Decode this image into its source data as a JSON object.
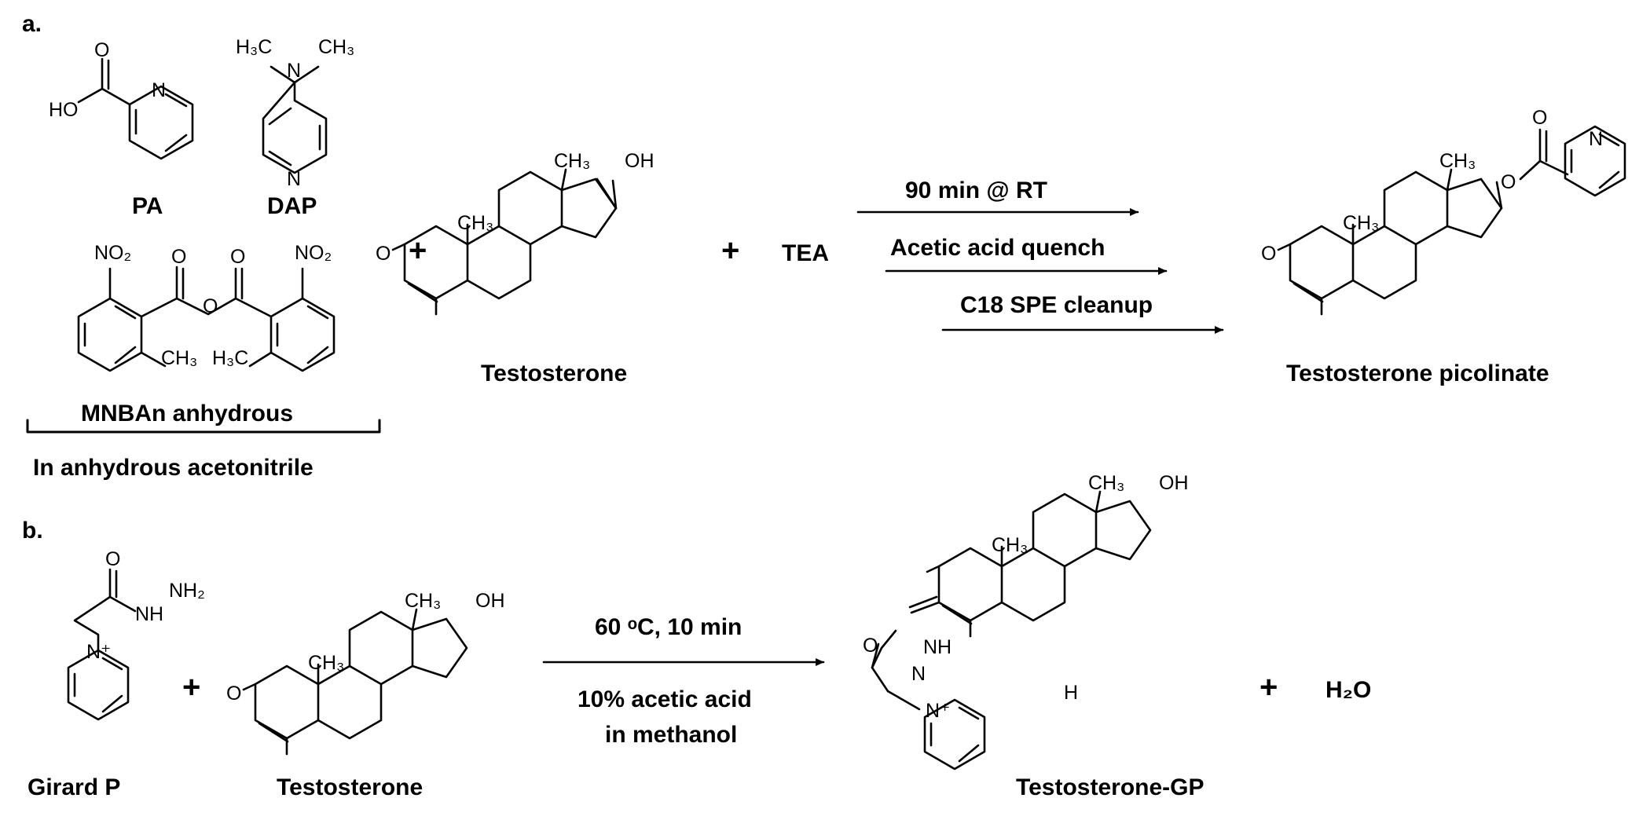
{
  "panel_a": {
    "tag": "a.",
    "reagent_pa": "PA",
    "reagent_dap": "DAP",
    "reagent_mnban": "MNBAn anhydrous",
    "solvent_note": "In anhydrous acetonitrile",
    "plus_1": "+",
    "plus_2": "+",
    "base": "TEA",
    "substrate": "Testosterone",
    "step_1": "90 min @ RT",
    "step_2": "Acetic acid quench",
    "step_3": "C18 SPE cleanup",
    "product": "Testosterone picolinate"
  },
  "panel_b": {
    "tag": "b.",
    "reagent": "Girard P",
    "substrate": "Testosterone",
    "plus_1": "+",
    "plus_2": "+",
    "byproduct": "H₂O",
    "condition_1": "60 ᵒC, 10 min",
    "condition_2": "10% acetic acid",
    "condition_3": "in methanol",
    "product": "Testosterone-GP"
  },
  "atoms": {
    "oh": "OH",
    "ho": "HO",
    "o": "O",
    "n": "N",
    "nh": "NH",
    "h": "H",
    "ch3": "CH₃",
    "h3c": "H₃C",
    "no2": "NO₂",
    "nh2": "NH₂",
    "n_plus": "N⁺"
  }
}
